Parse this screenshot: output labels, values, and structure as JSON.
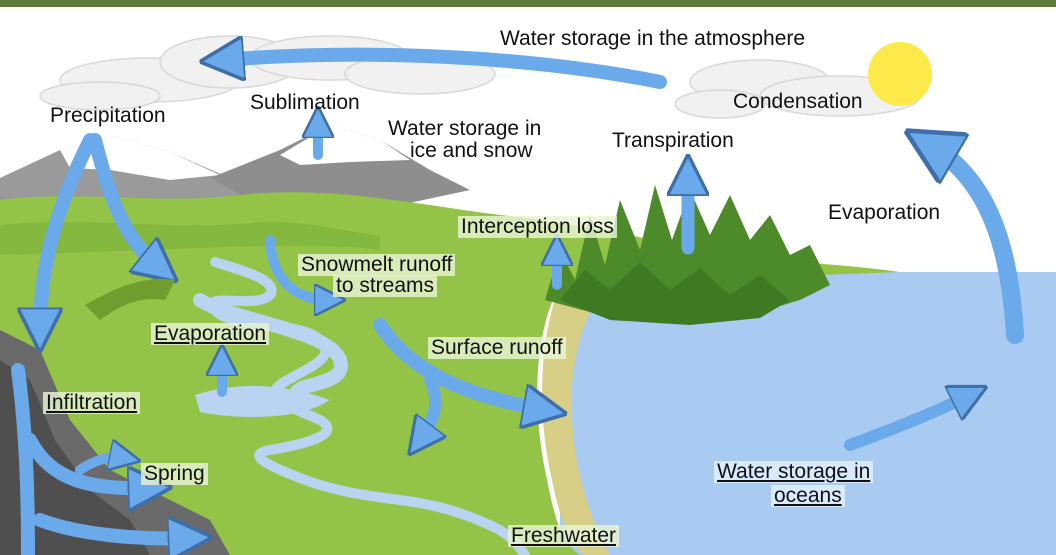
{
  "colors": {
    "top_bar": "#5d7a3a",
    "sky": "#ffffff",
    "ocean": "#a9cbf2",
    "land": "#93c447",
    "land_dark": "#6f9e2f",
    "forest": "#4c8a2a",
    "mountain": "#8e8e8e",
    "snow": "#ffffff",
    "rock": "#6a6a6a",
    "river": "#b9d3f0",
    "arrow": "#6aa9ea",
    "arrow_outline": "#3f6fa8",
    "sun": "#fde94a",
    "cloud": "#f1f1f1"
  },
  "labels": {
    "atmosphere": "Water storage in the atmosphere",
    "precipitation": "Precipitation",
    "sublimation": "Sublimation",
    "ice_snow_line1": "Water storage in",
    "ice_snow_line2": "ice and snow",
    "transpiration": "Transpiration",
    "condensation": "Condensation",
    "evaporation_sea": "Evaporation",
    "interception": "Interception loss",
    "snowmelt_line1": "Snowmelt runoff",
    "snowmelt_line2": "to streams",
    "evaporation_land": "Evaporation",
    "surface_runoff": "Surface runoff",
    "infiltration": "Infiltration",
    "spring": "Spring",
    "ocean_line1": "Water storage in",
    "ocean_line2": "oceans",
    "freshwater": "Freshwater"
  }
}
